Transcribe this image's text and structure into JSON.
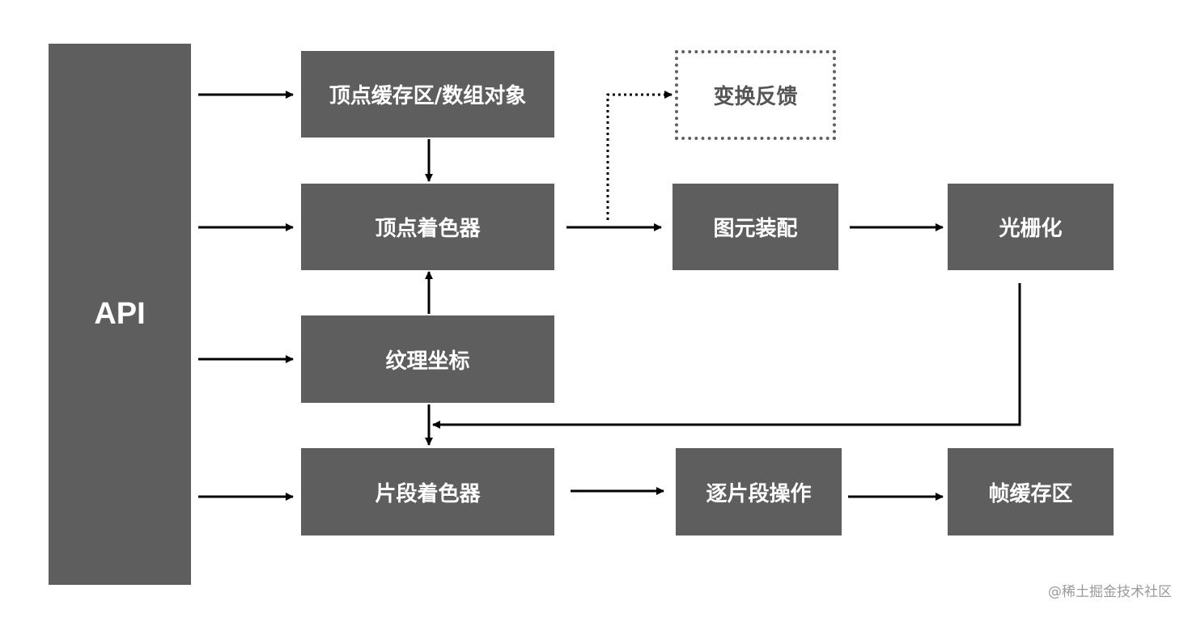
{
  "api": {
    "label": "API"
  },
  "nodes": {
    "vertex_buffer": "顶点缓存区/数组对象",
    "transform_feedback": "变换反馈",
    "vertex_shader": "顶点着色器",
    "primitive_assembly": "图元装配",
    "rasterization": "光栅化",
    "texture_coords": "纹理坐标",
    "fragment_shader": "片段着色器",
    "per_fragment_ops": "逐片段操作",
    "framebuffer": "帧缓存区"
  },
  "watermark": "@稀土掘金技术社区",
  "colors": {
    "box_fill": "#5e5e5e",
    "box_text": "#ffffff",
    "arrow": "#000000",
    "dashed_border": "#606060"
  }
}
